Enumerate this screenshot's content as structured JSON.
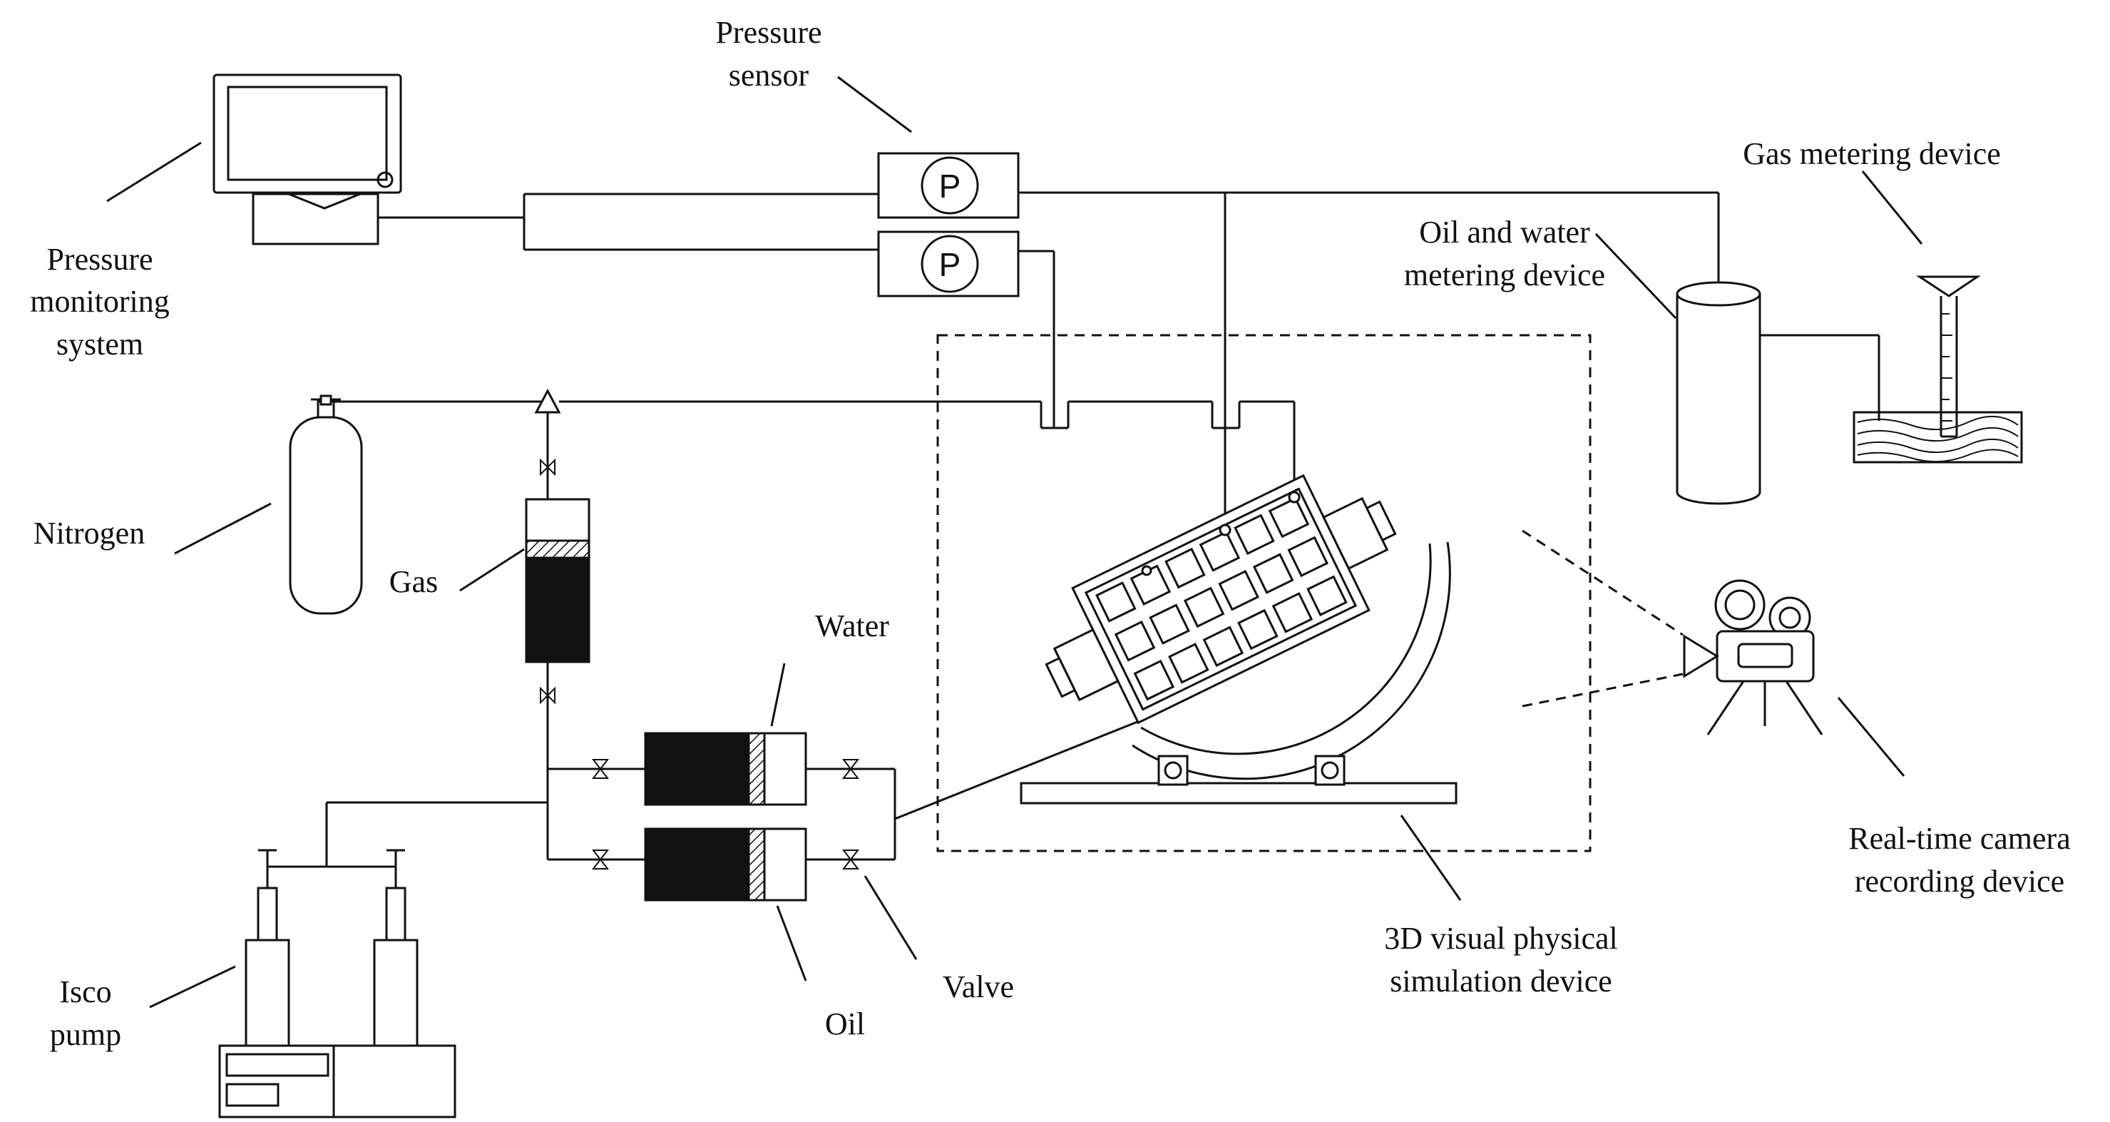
{
  "labels": {
    "pressure_sensor": [
      "Pressure",
      "sensor"
    ],
    "pressure_monitoring": [
      "Pressure",
      "monitoring",
      "system"
    ],
    "gas_metering": "Gas metering device",
    "oil_water_metering": [
      "Oil and water",
      "metering device"
    ],
    "nitrogen": "Nitrogen",
    "gas": "Gas",
    "water": "Water",
    "oil": "Oil",
    "valve": "Valve",
    "isco_pump": [
      "Isco",
      "pump"
    ],
    "visual_device": [
      "3D visual physical",
      "simulation device"
    ],
    "camera": [
      "Real-time camera",
      "recording device"
    ],
    "sensor_symbol": "P"
  }
}
